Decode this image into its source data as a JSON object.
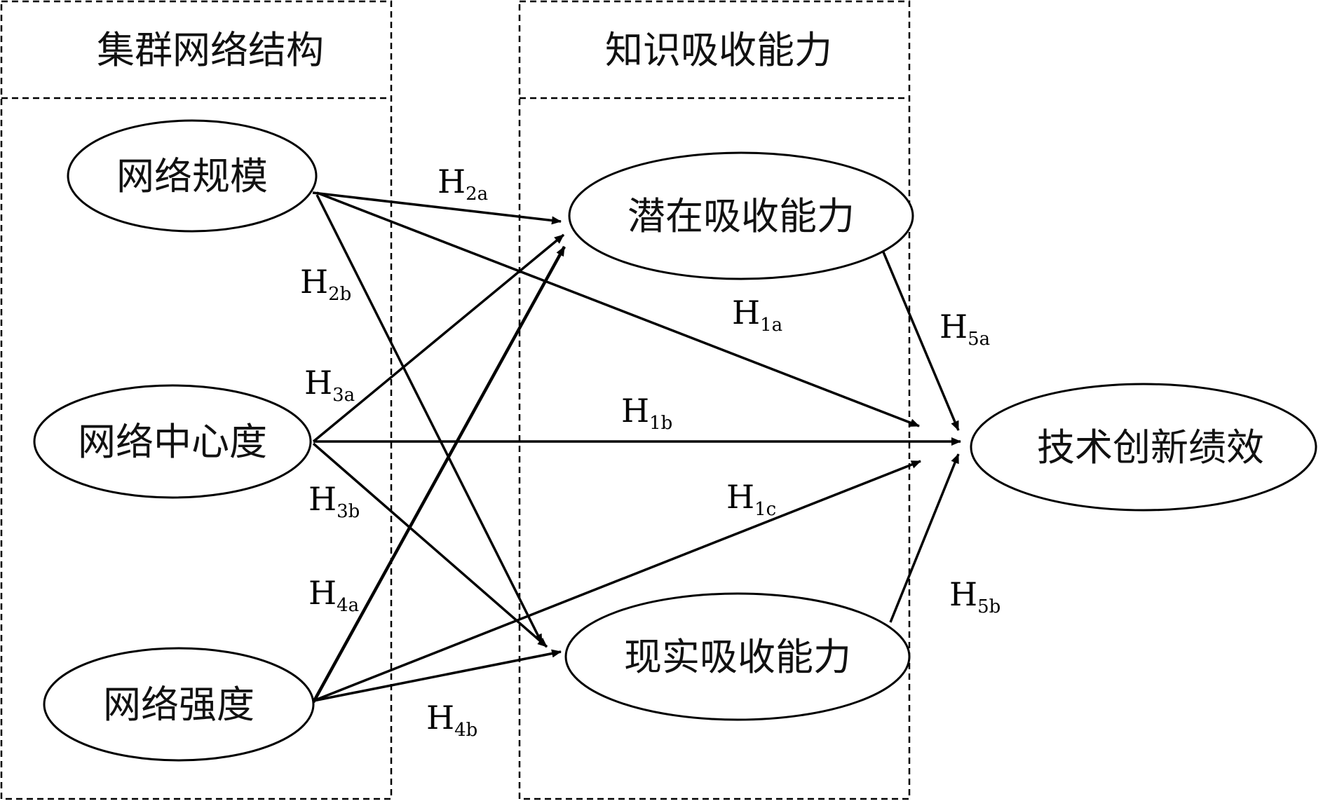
{
  "groups": {
    "cluster_network": "集群网络结构",
    "absorptive_capacity": "知识吸收能力"
  },
  "nodes": {
    "network_scale": "网络规模",
    "network_centrality": "网络中心度",
    "network_strength": "网络强度",
    "potential_absorptive": "潜在吸收能力",
    "realized_absorptive": "现实吸收能力",
    "innovation_performance": "技术创新绩效"
  },
  "hypotheses": {
    "h2a": {
      "main": "H",
      "sub": "2a"
    },
    "h2b": {
      "main": "H",
      "sub": "2b"
    },
    "h1a": {
      "main": "H",
      "sub": "1a"
    },
    "h3a": {
      "main": "H",
      "sub": "3a"
    },
    "h1b": {
      "main": "H",
      "sub": "1b"
    },
    "h3b": {
      "main": "H",
      "sub": "3b"
    },
    "h1c": {
      "main": "H",
      "sub": "1c"
    },
    "h4a": {
      "main": "H",
      "sub": "4a"
    },
    "h4b": {
      "main": "H",
      "sub": "4b"
    },
    "h5a": {
      "main": "H",
      "sub": "5a"
    },
    "h5b": {
      "main": "H",
      "sub": "5b"
    }
  }
}
